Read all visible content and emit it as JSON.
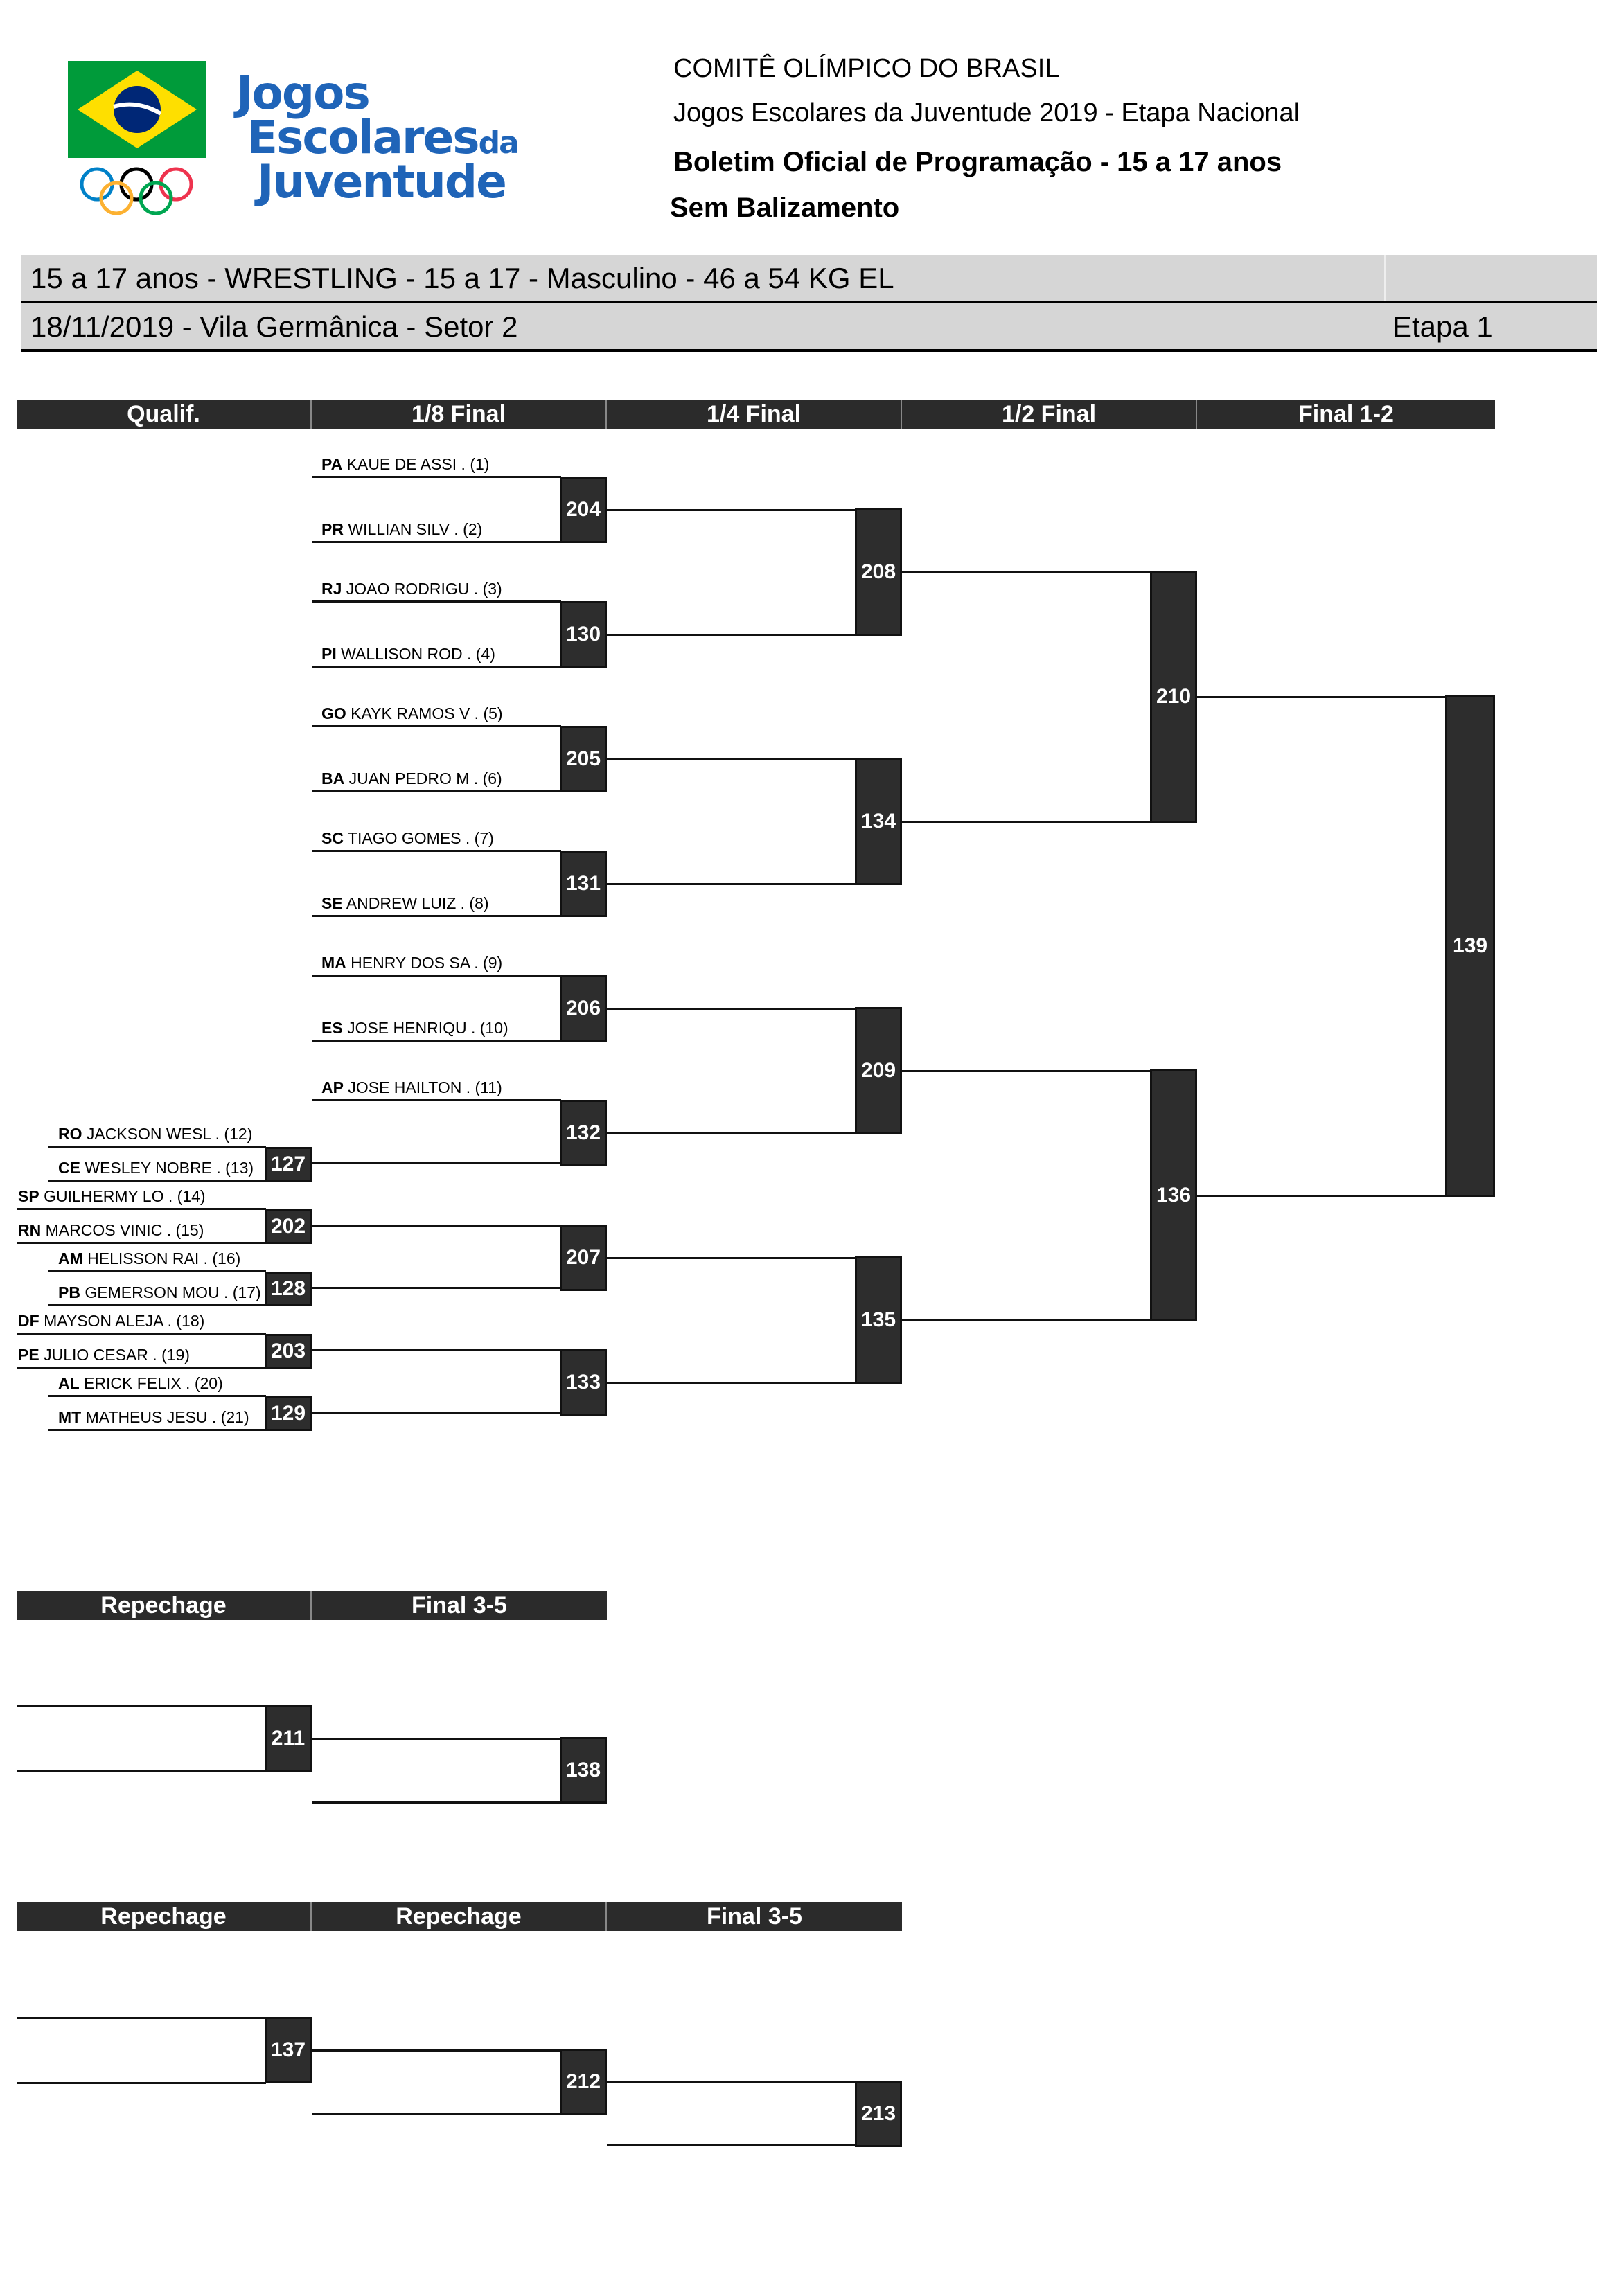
{
  "header": {
    "org": "COMITÊ OLÍMPICO DO BRASIL",
    "event": "Jogos Escolares da Juventude 2019 - Etapa Nacional",
    "bulletin": "Boletim Oficial de Programação - 15 a 17 anos",
    "seeding": "Sem Balizamento",
    "logo_text": {
      "line1": "Jogos",
      "line2": "Escolares",
      "line2_suffix": "da",
      "line3": "Juventude"
    }
  },
  "info": {
    "category": "15 a 17 anos - WRESTLING - 15 a 17 - Masculino - 46 a 54 KG EL",
    "date_venue": "18/11/2019 - Vila Germânica - Setor 2",
    "stage": "Etapa 1"
  },
  "colors": {
    "box": "#2d2d2d",
    "header_bar": "#2b2b2b",
    "band": "#d6d6d6",
    "logo": "#1f64b8",
    "flag_green": "#009b3a",
    "flag_yellow": "#fedf00",
    "flag_blue": "#002776"
  },
  "main_columns": [
    "Qualif.",
    "1/8 Final",
    "1/4 Final",
    "1/2 Final",
    "Final 1-2"
  ],
  "entrants": [
    {
      "state": "PA",
      "name": "KAUE DE ASSI . (1)"
    },
    {
      "state": "PR",
      "name": "WILLIAN SILV . (2)"
    },
    {
      "state": "RJ",
      "name": "JOAO RODRIGU . (3)"
    },
    {
      "state": "PI",
      "name": "WALLISON ROD . (4)"
    },
    {
      "state": "GO",
      "name": "KAYK RAMOS V . (5)"
    },
    {
      "state": "BA",
      "name": "JUAN PEDRO M . (6)"
    },
    {
      "state": "SC",
      "name": "TIAGO GOMES . (7)"
    },
    {
      "state": "SE",
      "name": "ANDREW LUIZ . (8)"
    },
    {
      "state": "MA",
      "name": "HENRY DOS SA . (9)"
    },
    {
      "state": "ES",
      "name": "JOSE HENRIQU . (10)"
    },
    {
      "state": "AP",
      "name": "JOSE HAILTON . (11)"
    },
    {
      "state": "RO",
      "name": "JACKSON WESL . (12)"
    },
    {
      "state": "CE",
      "name": "WESLEY NOBRE . (13)"
    },
    {
      "state": "SP",
      "name": "GUILHERMY LO . (14)"
    },
    {
      "state": "RN",
      "name": "MARCOS VINIC . (15)"
    },
    {
      "state": "AM",
      "name": "HELISSON RAI . (16)"
    },
    {
      "state": "PB",
      "name": "GEMERSON MOU . (17)"
    },
    {
      "state": "DF",
      "name": "MAYSON ALEJA . (18)"
    },
    {
      "state": "PE",
      "name": "JULIO CESAR . (19)"
    },
    {
      "state": "AL",
      "name": "ERICK FELIX . (20)"
    },
    {
      "state": "MT",
      "name": "MATHEUS JESU . (21)"
    }
  ],
  "matches": {
    "qualif": [
      "127",
      "202",
      "128",
      "203",
      "129"
    ],
    "r16": [
      "204",
      "130",
      "205",
      "131",
      "206",
      "132",
      "207",
      "133"
    ],
    "qf": [
      "208",
      "134",
      "209",
      "135"
    ],
    "sf": [
      "210",
      "136"
    ],
    "final": "139"
  },
  "repechage1": {
    "columns": [
      "Repechage",
      "Final 3-5"
    ],
    "matches": [
      "211",
      "138"
    ]
  },
  "repechage2": {
    "columns": [
      "Repechage",
      "Repechage",
      "Final 3-5"
    ],
    "matches": [
      "137",
      "212",
      "213"
    ]
  }
}
